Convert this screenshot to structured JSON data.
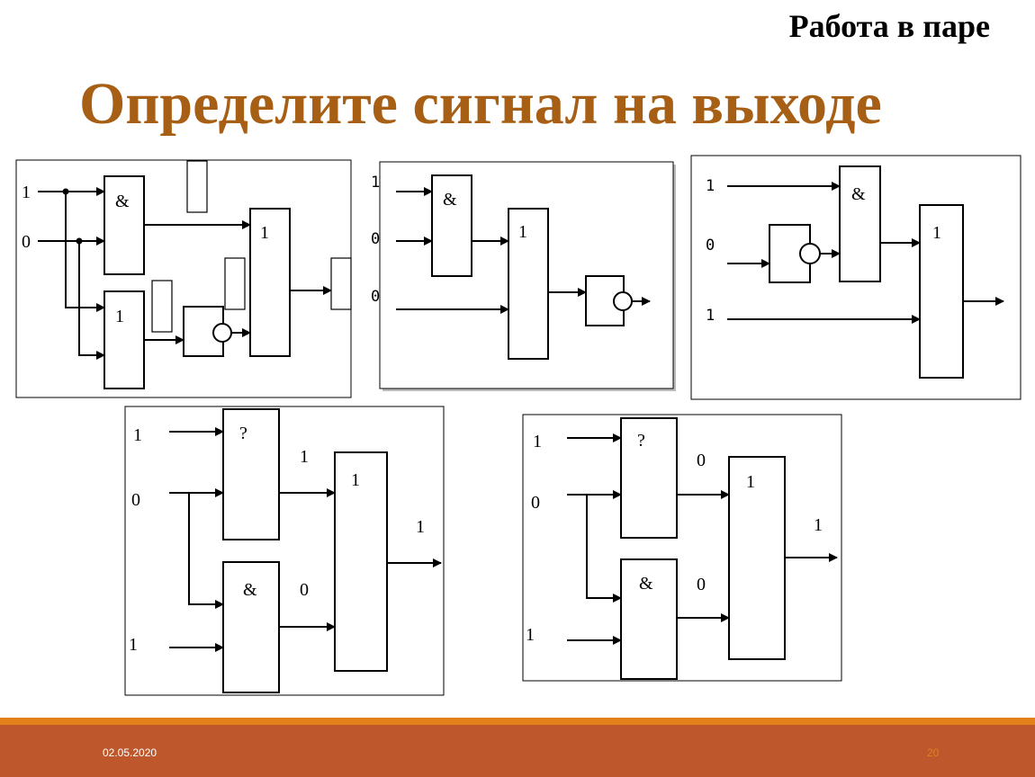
{
  "header": {
    "subtitle": "Работа в паре",
    "title": "Определите сигнал на выходе"
  },
  "diagrams": [
    {
      "inputs": [
        "1",
        "0"
      ],
      "gates": [
        "&",
        "1",
        "1"
      ]
    },
    {
      "inputs": [
        "1",
        "0",
        "0"
      ],
      "gates": [
        "&",
        "1"
      ]
    },
    {
      "inputs": [
        "1",
        "0",
        "1"
      ],
      "gates": [
        "&",
        "1"
      ]
    },
    {
      "inputs": [
        "1",
        "0",
        "1"
      ],
      "gates": [
        "?",
        "&",
        "1"
      ],
      "signals": [
        "1",
        "0",
        "1"
      ]
    },
    {
      "inputs": [
        "1",
        "0",
        "1"
      ],
      "gates": [
        "?",
        "&",
        "1"
      ],
      "signals": [
        "0",
        "0",
        "1"
      ]
    }
  ],
  "footer": {
    "date": "02.05.2020",
    "page": "20"
  },
  "colors": {
    "title": "#A65F14",
    "footer": "#BE582C",
    "stripe": "#E2801A"
  }
}
